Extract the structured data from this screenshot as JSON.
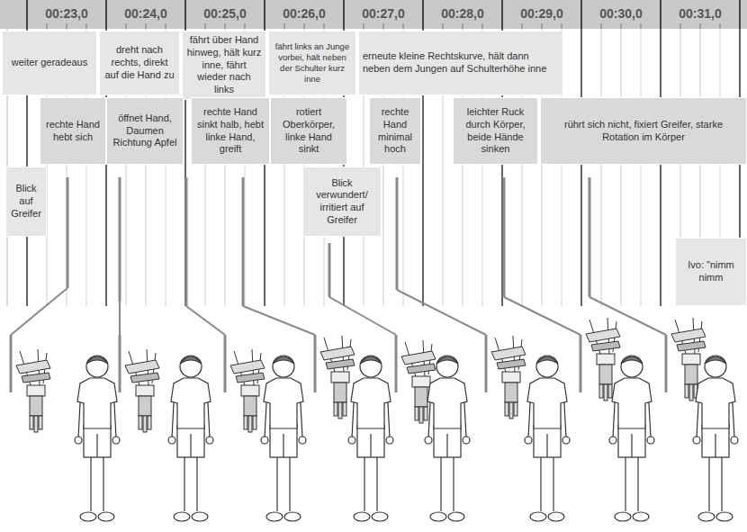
{
  "diagram": {
    "nodes": [
      {
        "text": [
          "weiter geradeaus"
        ]
      },
      {
        "text": [
          "dreht nach rechts, direkt auf die Hand zu"
        ]
      },
      {
        "text": [
          "fährt über Hand hinweg, hält kurz inne, fährt wieder nach links"
        ]
      },
      {
        "text": [
          "fährt links an Junge vorbei, hält neben der Schulter kurz inne"
        ]
      },
      {
        "text": [
          "erneute kleine Rechtskurve, hält dann neben dem Jungen auf Schulterhöhe inne"
        ]
      },
      {
        "text": [
          "rechte Hand hebt sich"
        ]
      },
      {
        "text": [
          "öffnet Hand, Daumen Richtung Apfel"
        ]
      },
      {
        "text": [
          "rechte Hand sinkt halb, hebt linke Hand, greift"
        ]
      },
      {
        "text": [
          "rotiert Oberkörper, linke Hand sinkt"
        ]
      },
      {
        "text": [
          "rechte Hand minimal hoch"
        ]
      },
      {
        "text": [
          "leichter Ruck durch Körper, beide Hände sinken"
        ]
      },
      {
        "text": [
          "rührt sich nicht, fixiert Greifer, starke Rotation im Körper"
        ]
      },
      {
        "text": [
          "Blick auf Greifer"
        ]
      },
      {
        "text": [
          "Blick verwundert/ irritiert auf Greifer"
        ]
      },
      {
        "text": [
          "Ivo: \"nimm nimm"
        ]
      }
    ],
    "labels": [
      "00:23,0",
      "00:24,0",
      "00:25,0",
      "00:26,0",
      "00:27,0",
      "00:28,0",
      "00:29,0",
      "00:30,0",
      "00:31,0"
    ]
  }
}
